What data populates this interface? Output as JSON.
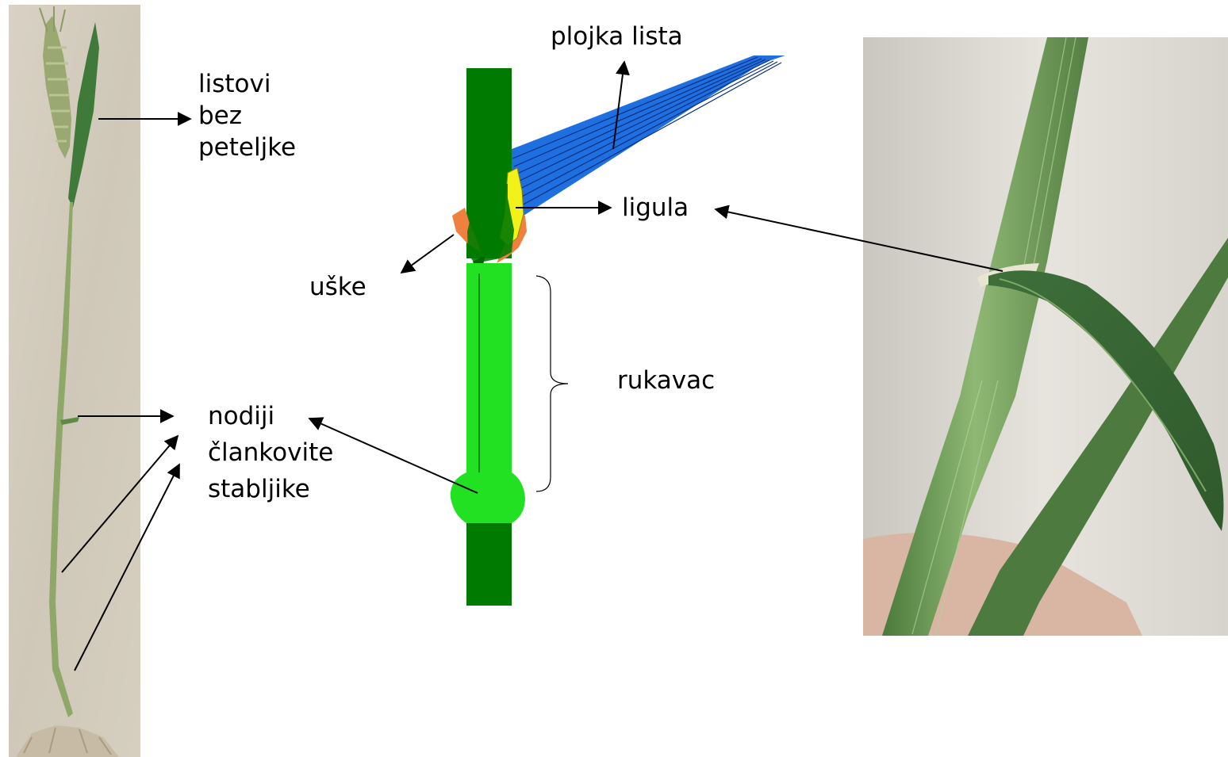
{
  "labels": {
    "leaf_no_petiole": [
      "listovi",
      "bez",
      "peteljke"
    ],
    "leaf_blade": "plojka lista",
    "ligule": "ligula",
    "auricles": "uške",
    "sheath": "rukavac",
    "nodes": [
      "nodiji",
      "člankovite",
      "stabljike"
    ]
  },
  "colors": {
    "stem_dark": "#007a00",
    "sheath_light": "#22e022",
    "leaf_blade": "#1e6fe0",
    "ligule": "#f2f21a",
    "auricle": "#f08040",
    "photo_background": "#d8d4c8",
    "photo_stem": "#6f9a55"
  },
  "images": {
    "left_photo": "whole-wheat-plant-photo",
    "right_photo": "stem-and-ligule-closeup-photo"
  }
}
